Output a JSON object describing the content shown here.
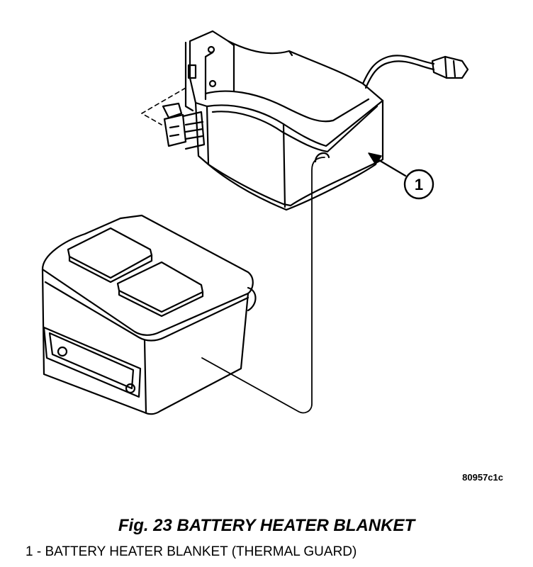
{
  "figure": {
    "callout_number": "1",
    "drawing_id": "80957c1c",
    "caption": "Fig. 23 BATTERY HEATER BLANKET",
    "legend": [
      {
        "text": "1 - BATTERY HEATER BLANKET (THERMAL GUARD)"
      }
    ]
  }
}
